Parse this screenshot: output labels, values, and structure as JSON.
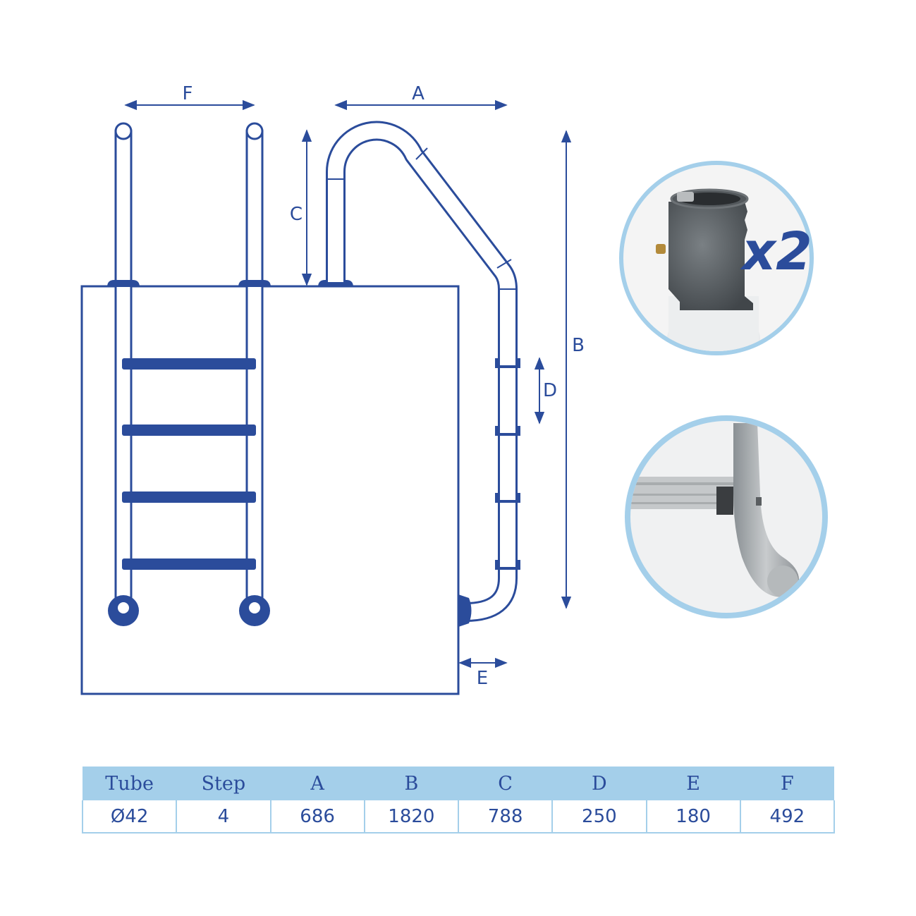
{
  "diagram": {
    "labels": {
      "A": "A",
      "B": "B",
      "C": "C",
      "D": "D",
      "E": "E",
      "F": "F"
    },
    "inset_top": {
      "multiplier": "x2"
    },
    "colors": {
      "line": "#2b4c9b",
      "accent": "#a4cfea",
      "metal": "#9aa0a4"
    }
  },
  "table": {
    "headers": [
      "Tube",
      "Step",
      "A",
      "B",
      "C",
      "D",
      "E",
      "F"
    ],
    "rows": [
      [
        "Ø42",
        "4",
        "686",
        "1820",
        "788",
        "250",
        "180",
        "492"
      ]
    ]
  }
}
